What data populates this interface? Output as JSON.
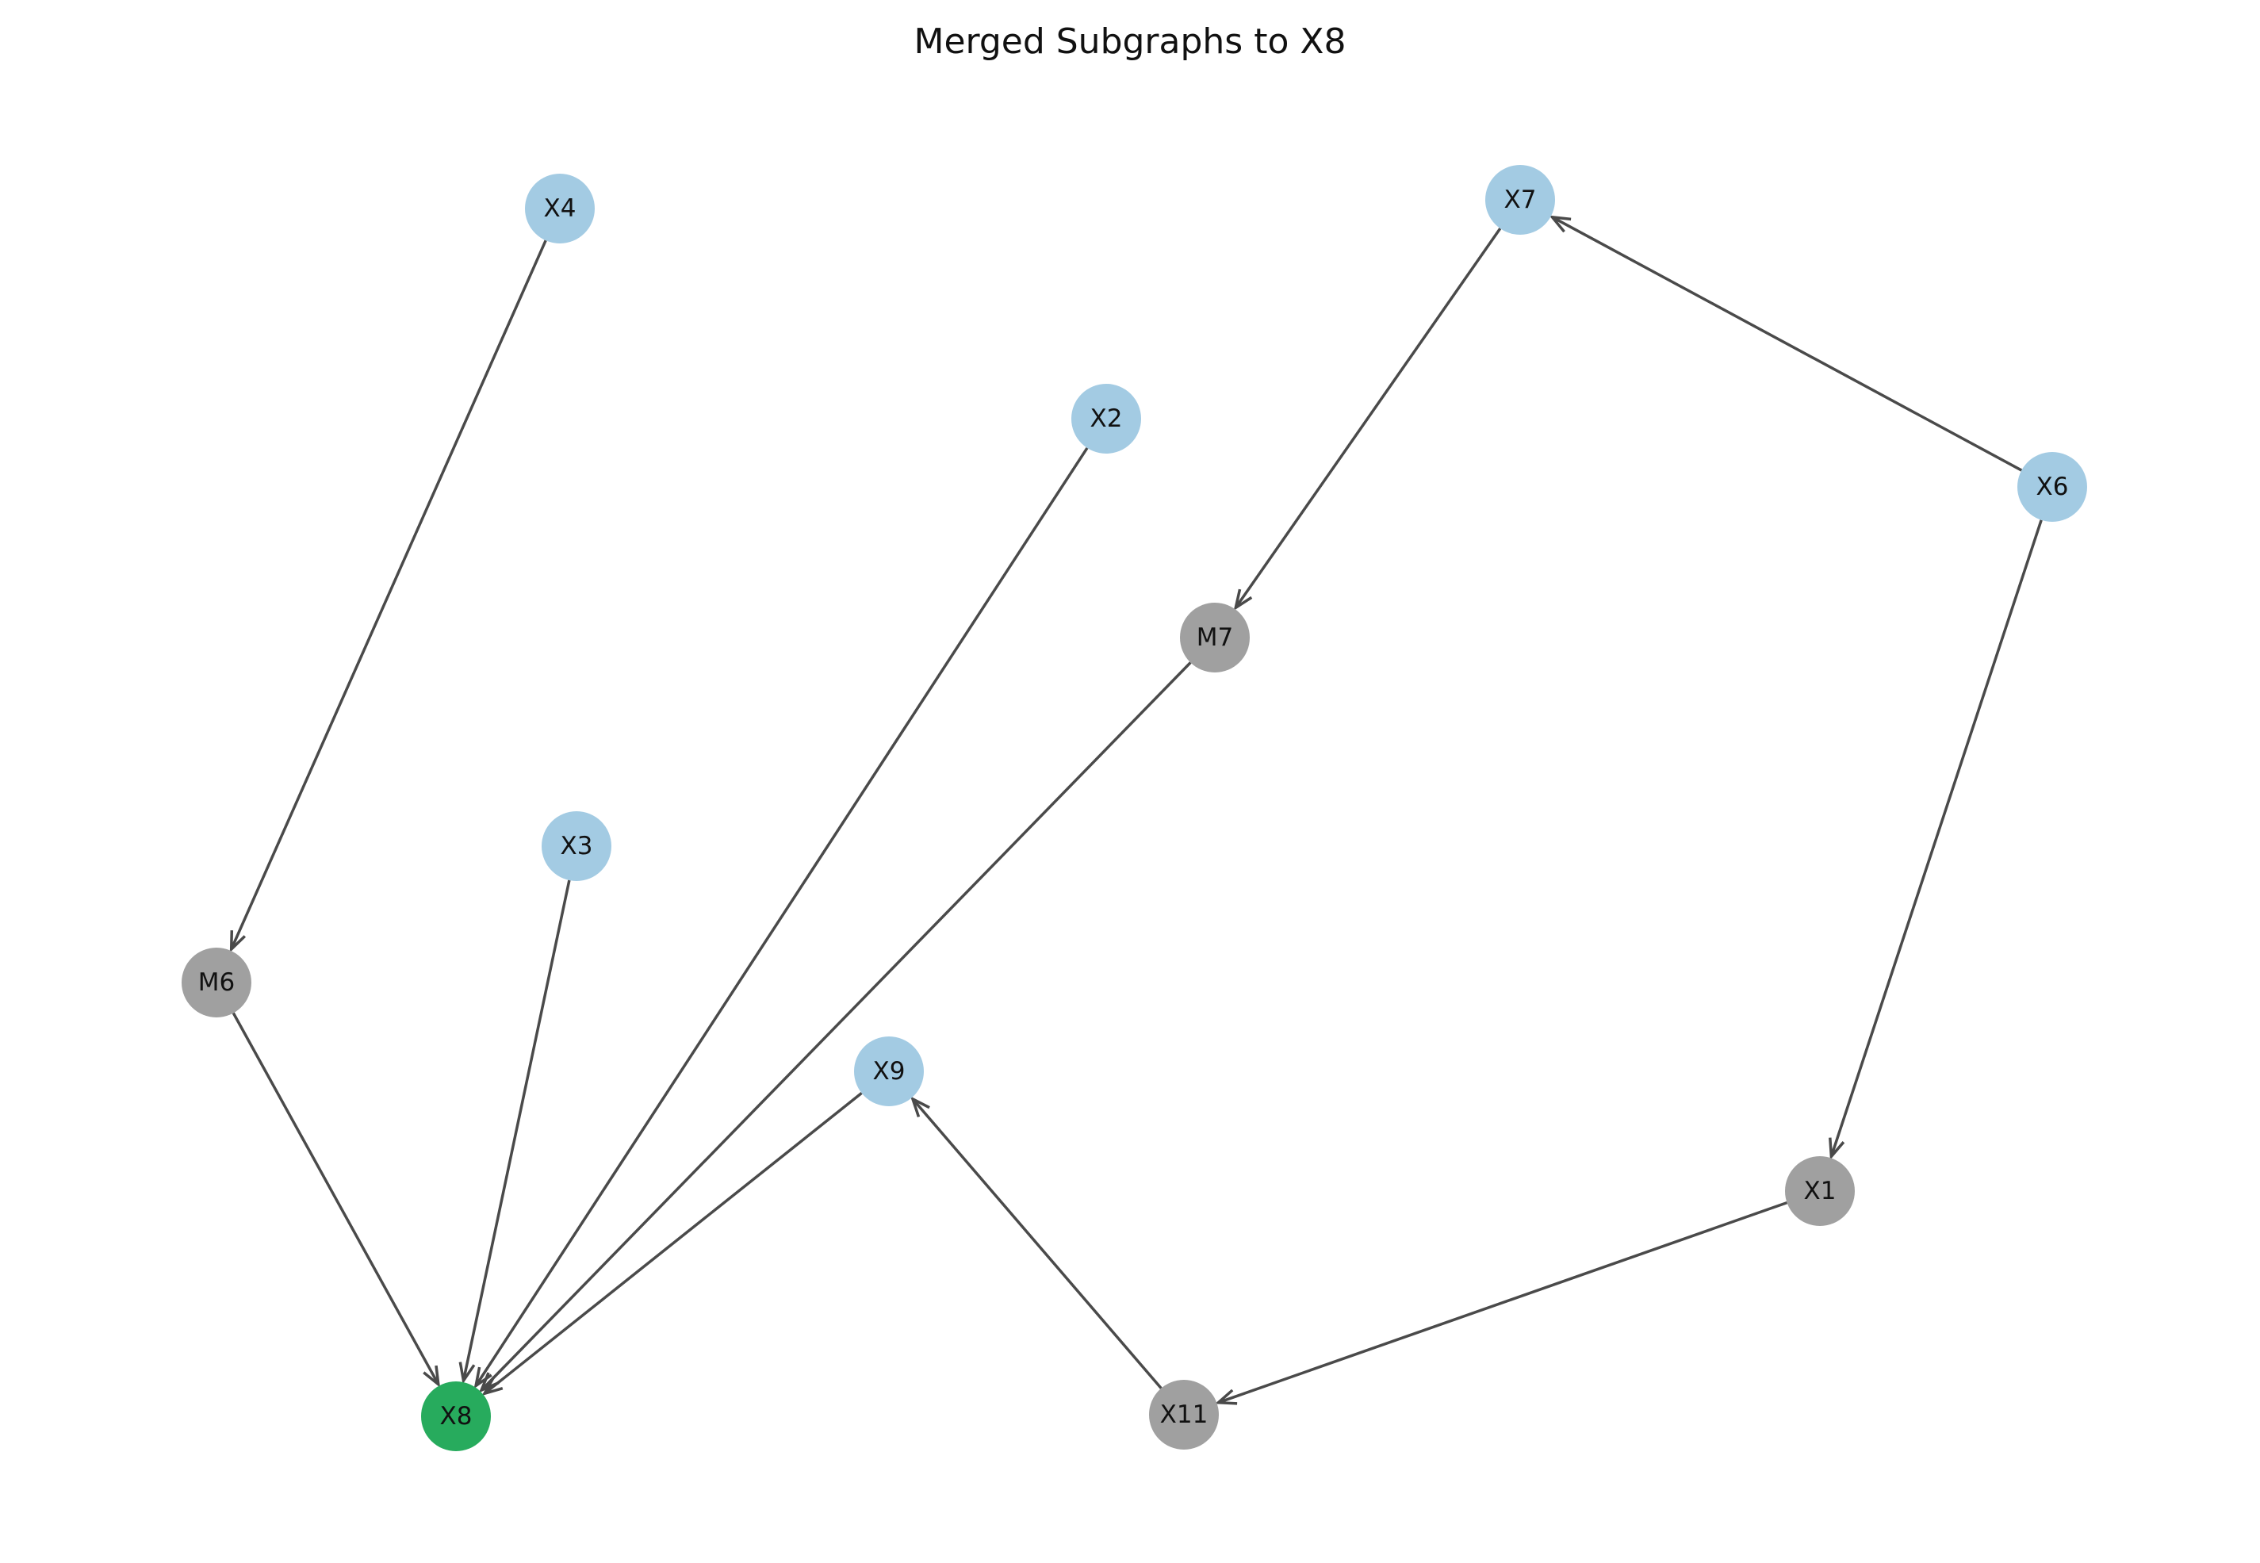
{
  "title": "Merged Subgraphs to X8",
  "colors": {
    "cause_node": "#a3cbe3",
    "mediator_node": "#a0a0a0",
    "target_node": "#27ab5d",
    "edge": "#4a4a4a",
    "label": "#111111"
  },
  "nodes": [
    {
      "id": "X4",
      "label": "X4",
      "kind": "cause"
    },
    {
      "id": "X7",
      "label": "X7",
      "kind": "cause"
    },
    {
      "id": "X2",
      "label": "X2",
      "kind": "cause"
    },
    {
      "id": "X6",
      "label": "X6",
      "kind": "cause"
    },
    {
      "id": "M7",
      "label": "M7",
      "kind": "mediator"
    },
    {
      "id": "X3",
      "label": "X3",
      "kind": "cause"
    },
    {
      "id": "M6",
      "label": "M6",
      "kind": "mediator"
    },
    {
      "id": "X9",
      "label": "X9",
      "kind": "cause"
    },
    {
      "id": "X1",
      "label": "X1",
      "kind": "mediator"
    },
    {
      "id": "X8",
      "label": "X8",
      "kind": "target"
    },
    {
      "id": "X11",
      "label": "X11",
      "kind": "mediator"
    }
  ],
  "edges": [
    {
      "from": "X4",
      "to": "M6"
    },
    {
      "from": "M6",
      "to": "X8"
    },
    {
      "from": "X3",
      "to": "X8"
    },
    {
      "from": "X2",
      "to": "X8"
    },
    {
      "from": "M7",
      "to": "X8"
    },
    {
      "from": "X9",
      "to": "X8"
    },
    {
      "from": "X7",
      "to": "M7"
    },
    {
      "from": "X6",
      "to": "X7"
    },
    {
      "from": "X6",
      "to": "X1"
    },
    {
      "from": "X1",
      "to": "X11"
    },
    {
      "from": "X11",
      "to": "X9"
    }
  ]
}
